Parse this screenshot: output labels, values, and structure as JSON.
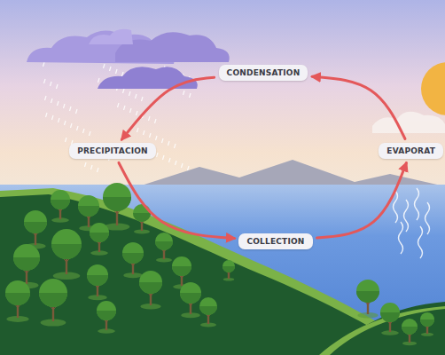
{
  "diagram": {
    "nodes": [
      {
        "text": [
          "CONDENSATION"
        ]
      },
      {
        "text": [
          "PRECIPITACION"
        ]
      },
      {
        "text": [
          "EVAPORAT"
        ]
      },
      {
        "text": [
          "COLLECTION"
        ]
      }
    ],
    "edges": [
      {
        "from": 1,
        "to": 3,
        "arrow": "to"
      },
      {
        "from": 3,
        "to": 2,
        "arrow": "to"
      },
      {
        "from": 2,
        "to": 0,
        "arrow": "to"
      },
      {
        "from": 0,
        "to": 1,
        "arrow": "to"
      }
    ]
  }
}
